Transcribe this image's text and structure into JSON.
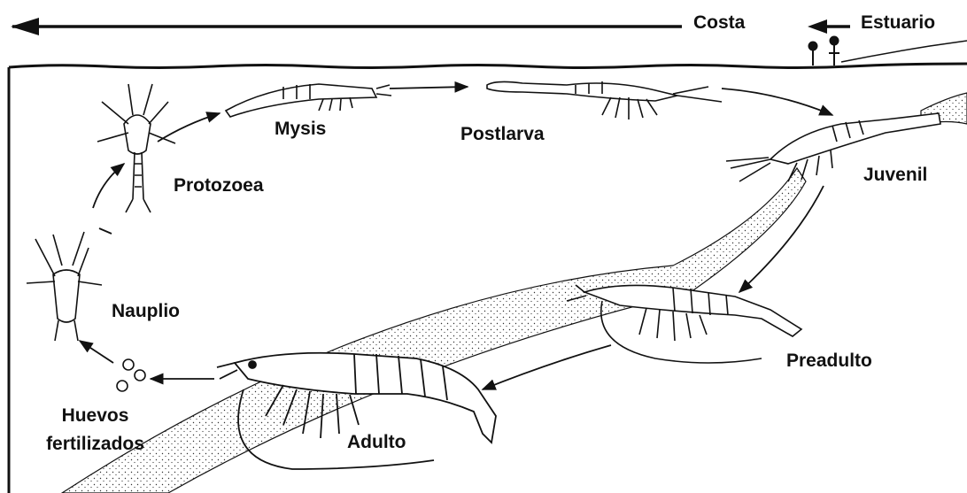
{
  "header": {
    "costa_label": "Costa",
    "estuario_label": "Estuario"
  },
  "stages": {
    "protozoea": "Protozoea",
    "mysis": "Mysis",
    "postlarva": "Postlarva",
    "juvenil": "Juvenil",
    "preadulto": "Preadulto",
    "adulto": "Adulto",
    "nauplio": "Nauplio",
    "huevos_line1": "Huevos",
    "huevos_line2": "fertilizados"
  }
}
